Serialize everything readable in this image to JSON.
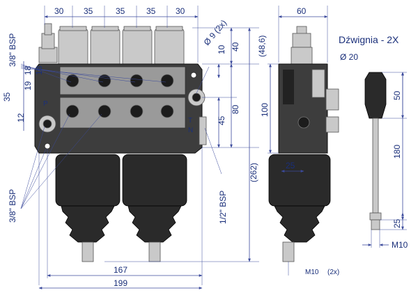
{
  "top_dims": [
    "30",
    "35",
    "35",
    "35",
    "30"
  ],
  "bottom_dims": {
    "inner": "167",
    "outer": "199"
  },
  "right_dims": {
    "d48": "(48,6)",
    "d40": "40",
    "d10": "10",
    "d80": "80",
    "d45": "45",
    "d262": "(262)"
  },
  "left_labels": {
    "bsp_top": "3/8\" BSP",
    "bsp_bottom": "3/8\" BSP",
    "d18a": "18",
    "d18b": "18",
    "d19": "19",
    "d35": "35",
    "d12": "12"
  },
  "hole_label": "Ø 9 (2x)",
  "port_right_label": "1/2\" BSP",
  "body_letters": {
    "p": "P",
    "t": "T",
    "n": "N"
  },
  "side_view": {
    "width": "60",
    "height": "100",
    "d25": "25",
    "thread": "M10",
    "thread_qty": "(2x)"
  },
  "lever": {
    "title": "Dźwignia - 2X",
    "dia": "Ø 20",
    "d50": "50",
    "d180": "180",
    "d25": "25",
    "thread": "M10"
  },
  "colors": {
    "dimension": "#1a2f7a",
    "body": "#3d3d3d",
    "metal": "#c9c9c9"
  }
}
